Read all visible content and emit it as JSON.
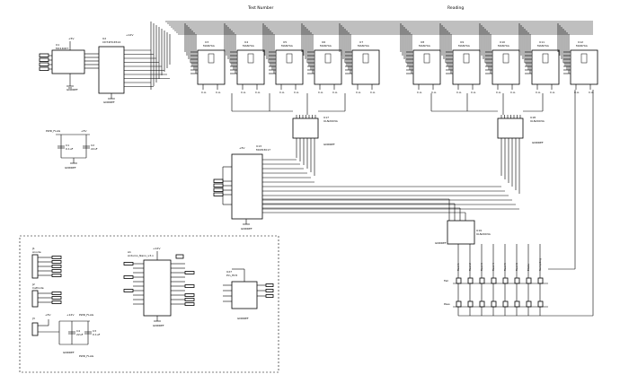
{
  "headers": {
    "test_number": "Test Number",
    "reading": "Reading"
  },
  "ics": {
    "u1": {
      "ref": "U1",
      "part": "MC14067"
    },
    "u2": {
      "ref": "U2",
      "part": "CD74HC4514"
    },
    "u13": {
      "ref": "U13",
      "part": "MCP23017"
    },
    "u17": {
      "ref": "U17",
      "part": "ULN2003A"
    },
    "u18": {
      "ref": "U18",
      "part": "ULN2003A"
    },
    "u19": {
      "ref": "U19",
      "part": "ULN2003A"
    },
    "a1": {
      "ref": "A1",
      "part": "Arduino_Nano_v3.x"
    },
    "u27": {
      "ref": "U27",
      "part": "Pin_HC5"
    }
  },
  "displays": [
    {
      "ref": "U3",
      "part": "MAN74A"
    },
    {
      "ref": "U4",
      "part": "MAN74A"
    },
    {
      "ref": "U5",
      "part": "MAN74A"
    },
    {
      "ref": "U6",
      "part": "MAN74A"
    },
    {
      "ref": "U7",
      "part": "MAN74A"
    },
    {
      "ref": "U8",
      "part": "MAN74A"
    },
    {
      "ref": "U9",
      "part": "MAN74A"
    },
    {
      "ref": "U10",
      "part": "MAN74A"
    },
    {
      "ref": "U11",
      "part": "MAN74A"
    },
    {
      "ref": "U12",
      "part": "MAN74A"
    }
  ],
  "power": {
    "gnd": "GNDREF",
    "v5": "+5V",
    "v12": "+12V",
    "pwr_flag": "PWR_FLAG"
  },
  "caps": {
    "c1": {
      "ref": "C1",
      "value": "0.1uF"
    },
    "c2": {
      "ref": "C2",
      "value": "22uF"
    },
    "c3": {
      "ref": "C3",
      "value": "0.1uF"
    },
    "c4": {
      "ref": "C4",
      "value": "22uF"
    }
  },
  "connectors": {
    "anode": "Anode",
    "cathode": "Cathode",
    "j1": "J1",
    "j2": "J2",
    "j3": "J3"
  },
  "switch_rows": {
    "pass": "Pass",
    "fail": "Fail"
  },
  "switch_cols": [
    "Test 1",
    "Test 2",
    "Test 3",
    "Test 4",
    "Test 5",
    "Test 6",
    "Mode",
    "Sampling"
  ]
}
